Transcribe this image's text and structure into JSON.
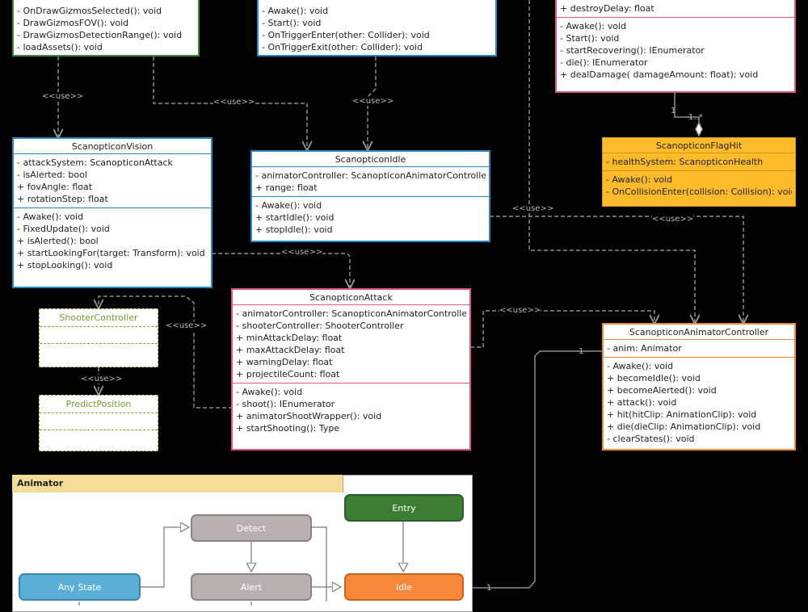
{
  "classes": {
    "gizmos": {
      "methods": [
        "- OnDrawGizmosSelected(): void",
        "- DrawGizmosFOV(): void",
        "- DrawGizmosDetectionRange(): void",
        "- loadAssets(): void"
      ]
    },
    "trigger": {
      "methods": [
        "- Awake(): void",
        "- Start(): void",
        "- OnTriggerEnter(other: Collider): void",
        "- OnTriggerExit(other: Collider): void"
      ]
    },
    "health": {
      "attributes": [
        "+ destroyDelay: float"
      ],
      "methods": [
        "- Awake(): void",
        "- Start(): void",
        "- startRecovering(): IEnumerator",
        "- die(): IEnumerator",
        "+ dealDamage( damageAmount: float): void"
      ]
    },
    "flaghit": {
      "title": "ScanopticonFlagHit",
      "attributes": [
        "- healthSystem: ScanopticonHealth"
      ],
      "methods": [
        "- Awake(): void",
        "- OnCollisionEnter(collision: Collision): void"
      ]
    },
    "vision": {
      "title": "ScanopticonVision",
      "attributes": [
        "- attackSystem: ScanopticonAttack",
        "- isAlerted: bool",
        "+ fovAngle: float",
        "+ rotationStep: float"
      ],
      "methods": [
        "- Awake(): void",
        "- FixedUpdate(): void",
        "+ isAlerted(): bool",
        "+ startLookingFor(target: Transform): void",
        "+ stopLooking(): void"
      ]
    },
    "idle": {
      "title": "ScanopticonIdle",
      "attributes": [
        "- animatorController: ScanopticonAnimatorController",
        "+ range: float"
      ],
      "methods": [
        "- Awake(): void",
        "+ startIdle(): void",
        "+ stopIdle(): void"
      ]
    },
    "attack": {
      "title": "ScanopticonAttack",
      "attributes": [
        "- animatorController: ScanopticonAnimatorController",
        "- shooterController: ShooterController",
        "+ minAttackDelay: float",
        "+ maxAttackDelay: float",
        "+ warningDelay: float",
        "+ projectileCount: float"
      ],
      "methods": [
        "- Awake(): void",
        "- shoot(): IEnumerator",
        "+ animatorShootWrapper(): void",
        "+ startShooting(): Type"
      ]
    },
    "animctrl": {
      "title": "ScanopticonAnimatorController",
      "attributes": [
        "- anim: Animator"
      ],
      "methods": [
        "- Awake(): void",
        "+ becomeIdle(): void",
        "+ becomeAlerted(): void",
        "+ attack(): void",
        "+ hit(hitClip: AnimationClip): void",
        "+ die(dieClip: AnimationClip): void",
        "- clearStates(): void"
      ]
    },
    "shooter": {
      "title": "ShooterController"
    },
    "predict": {
      "title": "PredictPosition"
    }
  },
  "labels": {
    "use": "<<use>>",
    "one": "1",
    "one_many": "1..*"
  },
  "animator": {
    "title": "Animator",
    "states": {
      "entry": "Entry",
      "detect": "Detect",
      "alert": "Alert",
      "any": "Any State",
      "idle": "Idle"
    }
  },
  "colors": {
    "blue": "#2a88c0",
    "green": "#3d8a35",
    "red": "#e0567a",
    "orange": "#fdbb2b",
    "entry_state": "#3f7d37",
    "idle_state": "#f7873a",
    "any_state": "#5aafd6",
    "grey_state": "#b8b0b0"
  }
}
